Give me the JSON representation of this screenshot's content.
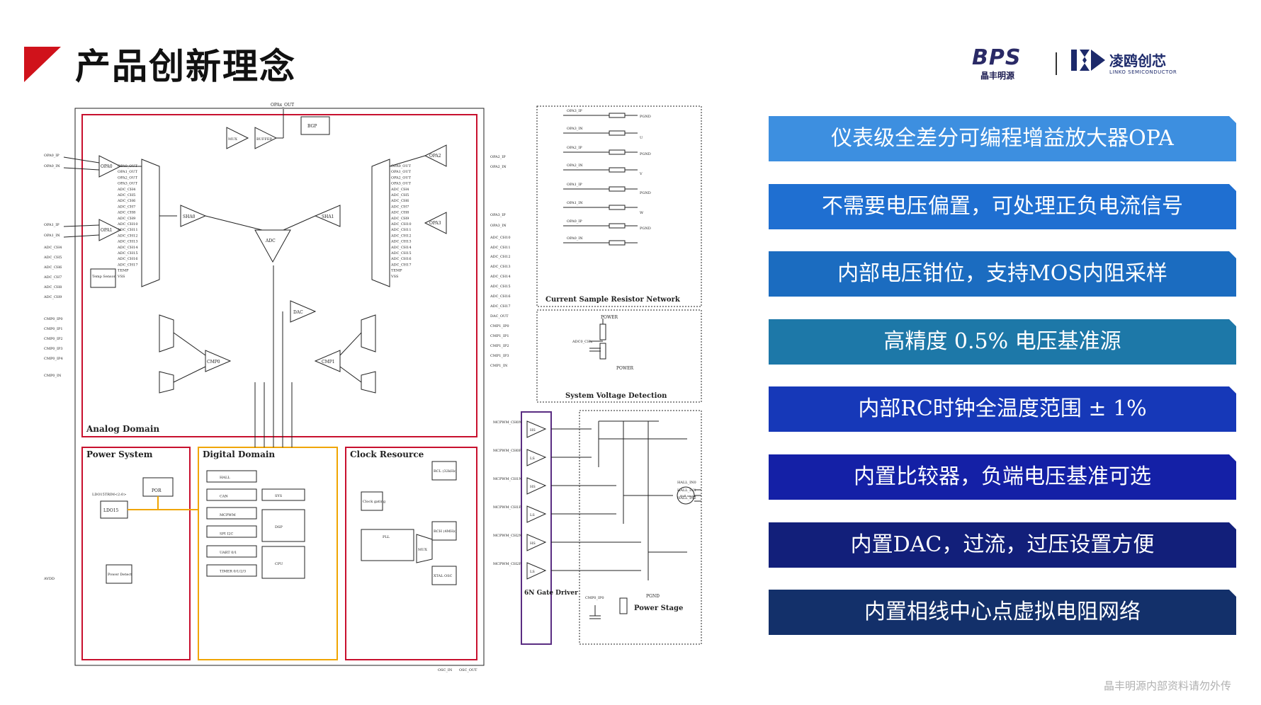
{
  "page": {
    "title": "产品创新理念",
    "footer": "晶丰明源内部资料请勿外传"
  },
  "logos": {
    "bps": "BPS",
    "bps_sub": "晶丰明源",
    "lk_name": "凌鸥创芯",
    "lk_sub": "LINKO SEMICONDUCTOR"
  },
  "colors": {
    "accent_red": "#d0121b",
    "feature_colors": [
      "#3d8fe0",
      "#1f6fd1",
      "#1b6cc0",
      "#1d78a8",
      "#1638b8",
      "#1420a6",
      "#121f7a",
      "#13306a"
    ]
  },
  "features": [
    "仪表级全差分可编程增益放大器OPA",
    "不需要电压偏置，可处理正负电流信号",
    "内部电压钳位，支持MOS内阻采样",
    "高精度 0.5% 电压基准源",
    "内部RC时钟全温度范围 ± 1%",
    "内置比较器，负端电压基准可选",
    "内置DAC，过流，过压设置方便",
    "内置相线中心点虚拟电阻网络"
  ],
  "diagram": {
    "domains": {
      "analog": "Analog Domain",
      "power_system": "Power System",
      "digital": "Digital Domain",
      "clock": "Clock Resource",
      "current_sample": "Current Sample Resistor Network",
      "voltage_detect": "System Voltage Detection",
      "gate_driver": "6N Gate Driver",
      "power_stage": "Power Stage"
    },
    "analog_blocks": {
      "opa0": "OPA0",
      "opa1": "OPA1",
      "opa2": "OPA2",
      "opa3": "OPA3",
      "sha0": "SHA0",
      "sha1": "SHA1",
      "adc": "ADC",
      "dac": "DAC",
      "cmp0": "CMP0",
      "cmp1": "CMP1",
      "bgp": "BGP",
      "buffer": "BUFFER",
      "mux": "MUX",
      "temp": "Temp Sensor",
      "opax_out": "OPAx_OUT"
    },
    "left_pins": [
      "OPA0_IP",
      "OPA0_IN",
      "OPA1_IP",
      "OPA1_IN",
      "ADC_CH4",
      "ADC_CH5",
      "ADC_CH6",
      "ADC_CH7",
      "ADC_CH8",
      "ADC_CH9",
      "CMP0_IP0",
      "CMP0_IP1",
      "CMP0_IP2",
      "CMP0_IP3",
      "CMP0_IP4",
      "CMP0_IN",
      "AVDD"
    ],
    "right_pins": [
      "OPA2_IP",
      "OPA2_IN",
      "OPA3_IP",
      "OPA3_IN",
      "ADC_CH10",
      "ADC_CH11",
      "ADC_CH12",
      "ADC_CH13",
      "ADC_CH14",
      "ADC_CH15",
      "ADC_CH16",
      "ADC_CH17",
      "DAC_OUT",
      "CMP1_IP0",
      "CMP1_IP1",
      "CMP1_IP2",
      "CMP1_IP3",
      "CMP1_IN"
    ],
    "mux_left": [
      "OPA0_OUT",
      "OPA1_OUT",
      "OPA2_OUT",
      "OPA3_OUT",
      "ADC_CH4",
      "ADC_CH5",
      "ADC_CH6",
      "ADC_CH7",
      "ADC_CH8",
      "ADC_CH9",
      "ADC_CH10",
      "ADC_CH11",
      "ADC_CH12",
      "ADC_CH13",
      "ADC_CH14",
      "ADC_CH15",
      "ADC_CH16",
      "ADC_CH17",
      "TEMP",
      "VSS"
    ],
    "mux_right": [
      "OPA0_OUT",
      "OPA1_OUT",
      "OPA2_OUT",
      "OPA3_OUT",
      "ADC_CH4",
      "ADC_CH5",
      "ADC_CH6",
      "ADC_CH7",
      "ADC_CH8",
      "ADC_CH9",
      "ADC_CH10",
      "ADC_CH11",
      "ADC_CH12",
      "ADC_CH13",
      "ADC_CH14",
      "ADC_CH15",
      "ADC_CH16",
      "ADC_CH17",
      "TEMP",
      "VSS"
    ],
    "digital_blocks": [
      "HALL",
      "CAN",
      "MCPWM",
      "SPI I2C",
      "UART 0/1",
      "TIMER 0/1/2/3"
    ],
    "digital_right": [
      "SYS",
      "DSP",
      "CPU"
    ],
    "power_blocks": {
      "por": "POR",
      "ldo": "LDO15",
      "pdet": "Power Detect",
      "ldo_trim": "LDO15TRIM<2:0>"
    },
    "clock_blocks": {
      "rcl": "RCL (32kHz)",
      "rch": "RCH (4MHz)",
      "pll": "PLL",
      "xtal": "XTAL OSC",
      "clk_gating": "Clock gating",
      "mux": "MUX"
    },
    "gate_pins": [
      "MCPWM_CH0N",
      "MCPWM_CH0P",
      "MCPWM_CH1N",
      "MCPWM_CH1P",
      "MCPWM_CH2N",
      "MCPWM_CH2P"
    ],
    "gate_labels": [
      "HS",
      "LS",
      "HS",
      "LS",
      "HS",
      "LS"
    ],
    "sense_pins": [
      "OPA3_IP",
      "OPA3_IN",
      "OPA2_IP",
      "OPA2_IN",
      "OPA1_IP",
      "OPA1_IN",
      "OPA0_IP",
      "OPA0_IN"
    ],
    "sense_nodes": [
      "PGND",
      "U",
      "PGND",
      "V",
      "PGND",
      "W",
      "PGND"
    ],
    "hall_pins": [
      "HALL_IN0",
      "HALL_IN1",
      "HALL_IN2"
    ],
    "misc": {
      "power": "POWER",
      "pgnd": "PGND",
      "osc_in": "OSC_IN",
      "osc_out": "OSC_OUT",
      "hall_sensor": "Hall sensor",
      "adc0_ch": "ADC0_CHx",
      "cmp0_ip0": "CMP0_IP0"
    }
  }
}
